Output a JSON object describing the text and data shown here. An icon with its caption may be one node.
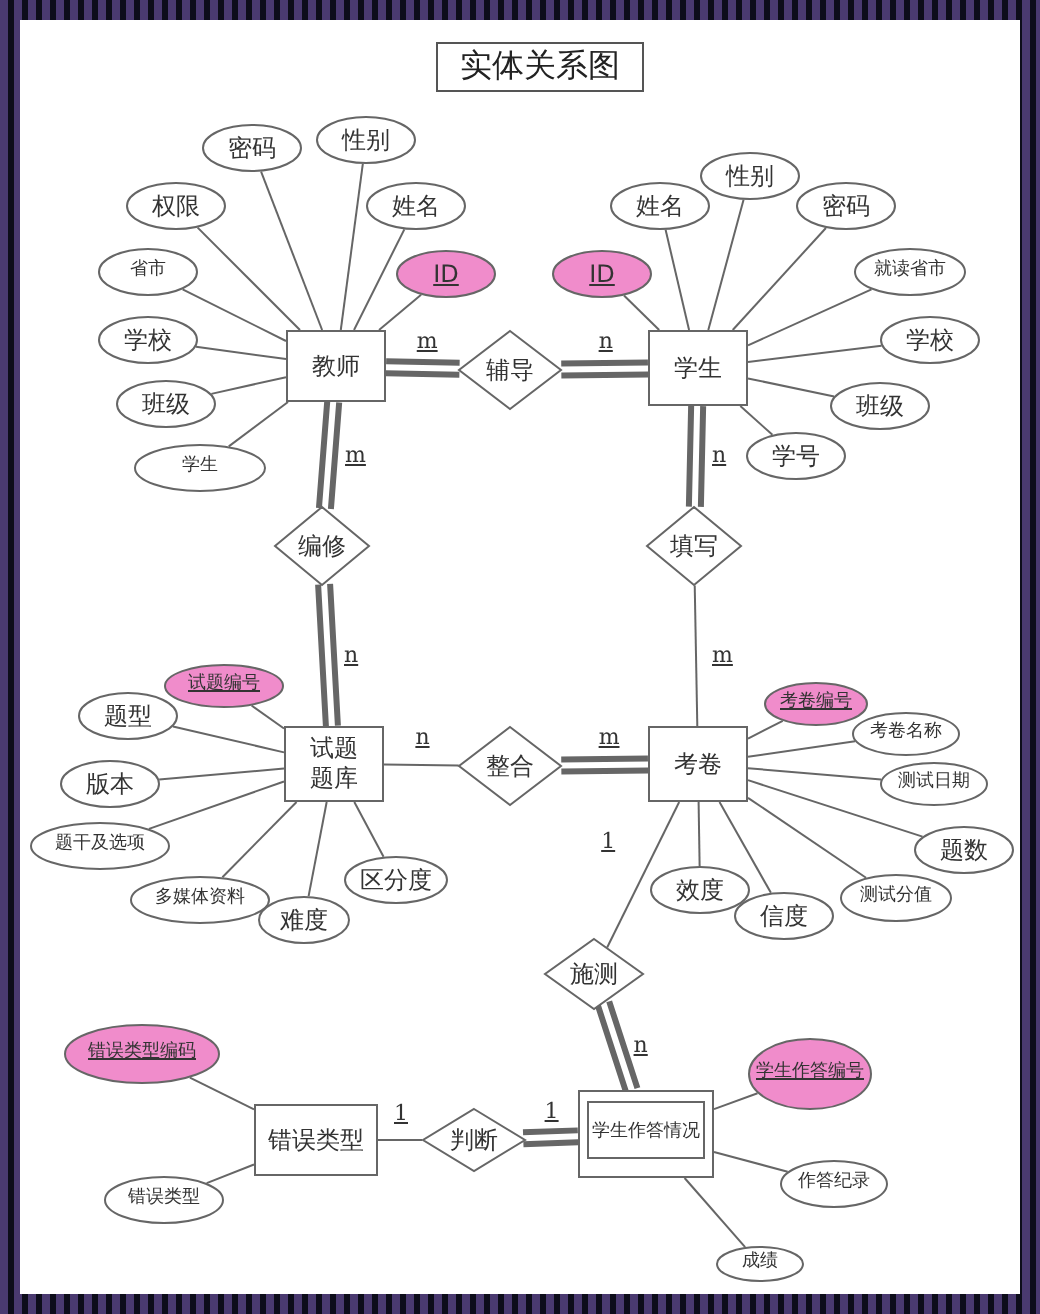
{
  "diagram": {
    "title": "实体关系图",
    "nodes": [
      {
        "text": [
          "密码"
        ]
      },
      {
        "text": [
          "性别"
        ]
      },
      {
        "text": [
          "权限"
        ]
      },
      {
        "text": [
          "姓名"
        ]
      },
      {
        "text": [
          "省市"
        ]
      },
      {
        "text": [
          "ID"
        ]
      },
      {
        "text": [
          "学校"
        ]
      },
      {
        "text": [
          "班级"
        ]
      },
      {
        "text": [
          "学生"
        ]
      },
      {
        "text": [
          "教师"
        ]
      },
      {
        "text": [
          "辅导"
        ]
      },
      {
        "text": [
          "学生"
        ]
      },
      {
        "text": [
          "ID"
        ]
      },
      {
        "text": [
          "姓名"
        ]
      },
      {
        "text": [
          "性别"
        ]
      },
      {
        "text": [
          "密码"
        ]
      },
      {
        "text": [
          "就读省市"
        ]
      },
      {
        "text": [
          "学校"
        ]
      },
      {
        "text": [
          "班级"
        ]
      },
      {
        "text": [
          "学号"
        ]
      },
      {
        "text": [
          "编修"
        ]
      },
      {
        "text": [
          "填写"
        ]
      },
      {
        "text": [
          "试题编号"
        ]
      },
      {
        "text": [
          "题型"
        ]
      },
      {
        "text": [
          "版本"
        ]
      },
      {
        "text": [
          "题干及选项"
        ]
      },
      {
        "text": [
          "多媒体资料"
        ]
      },
      {
        "text": [
          "难度"
        ]
      },
      {
        "text": [
          "区分度"
        ]
      },
      {
        "text": [
          "试题题库"
        ]
      },
      {
        "text": [
          "整合"
        ]
      },
      {
        "text": [
          "考卷"
        ]
      },
      {
        "text": [
          "考卷编号"
        ]
      },
      {
        "text": [
          "考卷名称"
        ]
      },
      {
        "text": [
          "测试日期"
        ]
      },
      {
        "text": [
          "题数"
        ]
      },
      {
        "text": [
          "效度"
        ]
      },
      {
        "text": [
          "信度"
        ]
      },
      {
        "text": [
          "测试分值"
        ]
      },
      {
        "text": [
          "施测"
        ]
      },
      {
        "text": [
          "错误类型编码"
        ]
      },
      {
        "text": [
          "错误类型"
        ]
      },
      {
        "text": [
          "判断"
        ]
      },
      {
        "text": [
          "学生作答情况"
        ]
      },
      {
        "text": [
          "学生作答编号"
        ]
      },
      {
        "text": [
          "错误类型"
        ]
      },
      {
        "text": [
          "作答纪录"
        ]
      },
      {
        "text": [
          "成绩"
        ]
      }
    ],
    "edges": [
      {
        "from": 9,
        "to": 0,
        "arrow": "none"
      },
      {
        "from": 9,
        "to": 1,
        "arrow": "none"
      },
      {
        "from": 9,
        "to": 2,
        "arrow": "none"
      },
      {
        "from": 9,
        "to": 3,
        "arrow": "none"
      },
      {
        "from": 9,
        "to": 4,
        "arrow": "none"
      },
      {
        "from": 9,
        "to": 5,
        "arrow": "none"
      },
      {
        "from": 9,
        "to": 6,
        "arrow": "none"
      },
      {
        "from": 9,
        "to": 7,
        "arrow": "none"
      },
      {
        "from": 9,
        "to": 8,
        "arrow": "none"
      },
      {
        "from": 11,
        "to": 12,
        "arrow": "none"
      },
      {
        "from": 11,
        "to": 13,
        "arrow": "none"
      },
      {
        "from": 11,
        "to": 14,
        "arrow": "none"
      },
      {
        "from": 11,
        "to": 15,
        "arrow": "none"
      },
      {
        "from": 11,
        "to": 16,
        "arrow": "none"
      },
      {
        "from": 11,
        "to": 17,
        "arrow": "none"
      },
      {
        "from": 11,
        "to": 18,
        "arrow": "none"
      },
      {
        "from": 11,
        "to": 19,
        "arrow": "none"
      },
      {
        "from": 9,
        "to": 10,
        "arrow": "none",
        "label": "m",
        "style": "thick"
      },
      {
        "from": 10,
        "to": 11,
        "arrow": "none",
        "label": "n",
        "style": "thick"
      },
      {
        "from": 9,
        "to": 20,
        "arrow": "none",
        "label": "m",
        "style": "thick"
      },
      {
        "from": 20,
        "to": 29,
        "arrow": "none",
        "label": "n",
        "style": "thick"
      },
      {
        "from": 11,
        "to": 21,
        "arrow": "none",
        "label": "n",
        "style": "thick"
      },
      {
        "from": 21,
        "to": 31,
        "arrow": "none",
        "label": "m"
      },
      {
        "from": 29,
        "to": 30,
        "arrow": "none",
        "label": "n"
      },
      {
        "from": 30,
        "to": 31,
        "arrow": "none",
        "label": "m",
        "style": "thick"
      },
      {
        "from": 29,
        "to": 22,
        "arrow": "none"
      },
      {
        "from": 29,
        "to": 23,
        "arrow": "none"
      },
      {
        "from": 29,
        "to": 24,
        "arrow": "none"
      },
      {
        "from": 29,
        "to": 25,
        "arrow": "none"
      },
      {
        "from": 29,
        "to": 26,
        "arrow": "none"
      },
      {
        "from": 29,
        "to": 27,
        "arrow": "none"
      },
      {
        "from": 29,
        "to": 28,
        "arrow": "none"
      },
      {
        "from": 31,
        "to": 32,
        "arrow": "none"
      },
      {
        "from": 31,
        "to": 33,
        "arrow": "none"
      },
      {
        "from": 31,
        "to": 34,
        "arrow": "none"
      },
      {
        "from": 31,
        "to": 35,
        "arrow": "none"
      },
      {
        "from": 31,
        "to": 36,
        "arrow": "none"
      },
      {
        "from": 31,
        "to": 37,
        "arrow": "none"
      },
      {
        "from": 31,
        "to": 38,
        "arrow": "none"
      },
      {
        "from": 31,
        "to": 39,
        "arrow": "none",
        "label": "1"
      },
      {
        "from": 39,
        "to": 43,
        "arrow": "none",
        "label": "n",
        "style": "thick"
      },
      {
        "from": 41,
        "to": 40,
        "arrow": "none"
      },
      {
        "from": 41,
        "to": 45,
        "arrow": "none"
      },
      {
        "from": 41,
        "to": 42,
        "arrow": "none",
        "label": "1"
      },
      {
        "from": 42,
        "to": 43,
        "arrow": "none",
        "label": "1",
        "style": "thick"
      },
      {
        "from": 43,
        "to": 44,
        "arrow": "none"
      },
      {
        "from": 43,
        "to": 46,
        "arrow": "none"
      },
      {
        "from": 43,
        "to": 47,
        "arrow": "none"
      }
    ]
  }
}
